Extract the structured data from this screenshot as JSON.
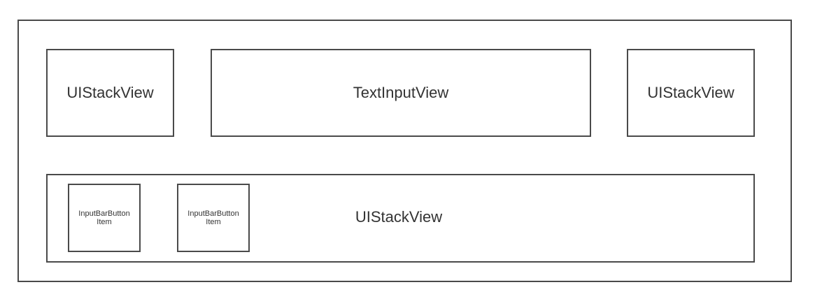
{
  "diagram": {
    "outer_container": {
      "label": ""
    },
    "left_stack": {
      "label": "UIStackView"
    },
    "text_input": {
      "label": "TextInputView"
    },
    "right_stack": {
      "label": "UIStackView"
    },
    "bottom_stack": {
      "label": "UIStackView"
    },
    "buttons": [
      {
        "line1": "InputBarButton",
        "line2": "Item"
      },
      {
        "line1": "InputBarButton",
        "line2": "Item"
      }
    ]
  },
  "colors": {
    "border": "#4a4a4a",
    "text": "#333333",
    "background": "#ffffff"
  }
}
